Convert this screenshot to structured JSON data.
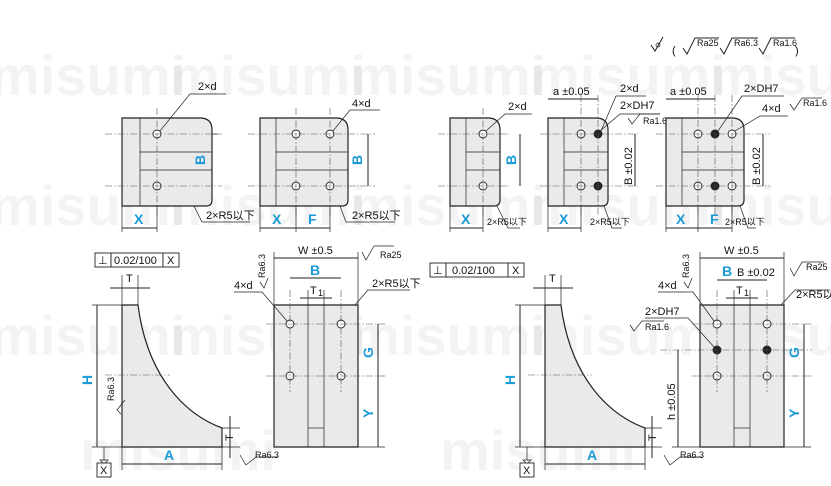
{
  "watermark": "misumi",
  "surface_finish": {
    "open": "(",
    "close": ")",
    "finishes": [
      "Ra25",
      "Ra6.3",
      "Ra1.6"
    ]
  },
  "labels": {
    "x": "X",
    "b": "B",
    "f": "F",
    "a": "A",
    "h": "H",
    "g": "G",
    "y": "Y",
    "t": "T",
    "t1": "T",
    "t1_sub": "1",
    "w_tol": "W ±0.5",
    "a_tol": "a ±0.05",
    "b_tol": "B ±0.02",
    "h_tol": "h ±0.05",
    "holes_2d": "2×d",
    "holes_4d": "4×d",
    "dowel_2dh7": "2×DH7",
    "radius": "2×R5以下",
    "perp_tol": "0.02/100",
    "perp_symbol": "⊥",
    "datum": "X",
    "ra25": "Ra25",
    "ra63": "Ra6.3",
    "ra16": "Ra1.6"
  }
}
